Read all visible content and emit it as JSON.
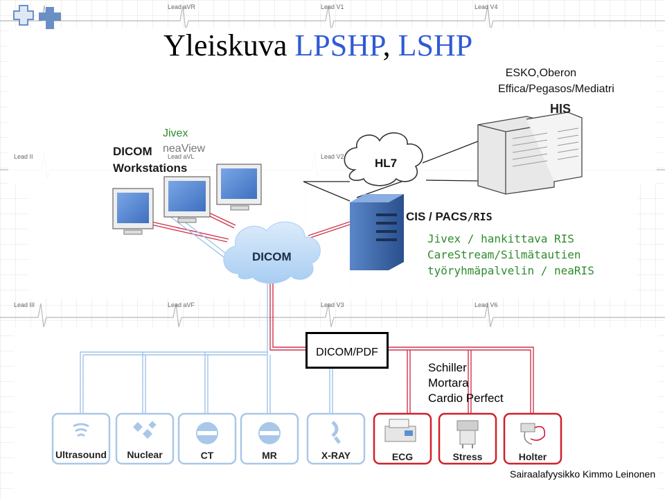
{
  "title": {
    "part1": "Yleiskuva ",
    "part2": "LPSHP",
    "part3": ", ",
    "part4": "LSHP"
  },
  "ecg_leads": [
    "Lead aVR",
    "Lead V1",
    "Lead V4",
    "Lead II",
    "Lead aVL",
    "Lead V2",
    "Lead III",
    "Lead aVF",
    "Lead V3",
    "Lead V6"
  ],
  "his": {
    "systems_line1": "ESKO,Oberon",
    "systems_line2": "Effica/Pegasos/Mediatri",
    "label": "HIS"
  },
  "workstations": {
    "vendor1": "Jivex",
    "vendor2": "neaView",
    "label1": "DICOM",
    "label2": "Workstations"
  },
  "hl7_label": "HL7",
  "dicom_cloud_label": "DICOM",
  "cis": {
    "label_prefix": "CIS / PACS",
    "label_suffix": "/RIS",
    "line1": "Jivex / hankittava RIS",
    "line2": "CareStream/Silmätautien",
    "line3": "työryhmäpalvelin / neaRIS"
  },
  "dicom_pdf_label": "DICOM/PDF",
  "ecg_vendors": [
    "Schiller",
    "Mortara",
    "Cardio Perfect"
  ],
  "modalities": [
    {
      "label": "Ultrasound",
      "icon": "ultrasound-icon"
    },
    {
      "label": "Nuclear",
      "icon": "nuclear-icon"
    },
    {
      "label": "CT",
      "icon": "ct-icon"
    },
    {
      "label": "MR",
      "icon": "mr-icon"
    },
    {
      "label": "X-RAY",
      "icon": "xray-icon"
    },
    {
      "label": "ECG",
      "icon": "ecg-device-icon"
    },
    {
      "label": "Stress",
      "icon": "stress-test-icon"
    },
    {
      "label": "Holter",
      "icon": "holter-icon"
    }
  ],
  "credit": "Sairaalafyysikko Kimmo Leinonen",
  "colors": {
    "title_blue": "#2f5bd3",
    "jivex_green": "#2e8b2e",
    "dicom_red": "#c8102e",
    "modality_blue": "#9fc3e8",
    "grid": "#d9d9d9"
  }
}
